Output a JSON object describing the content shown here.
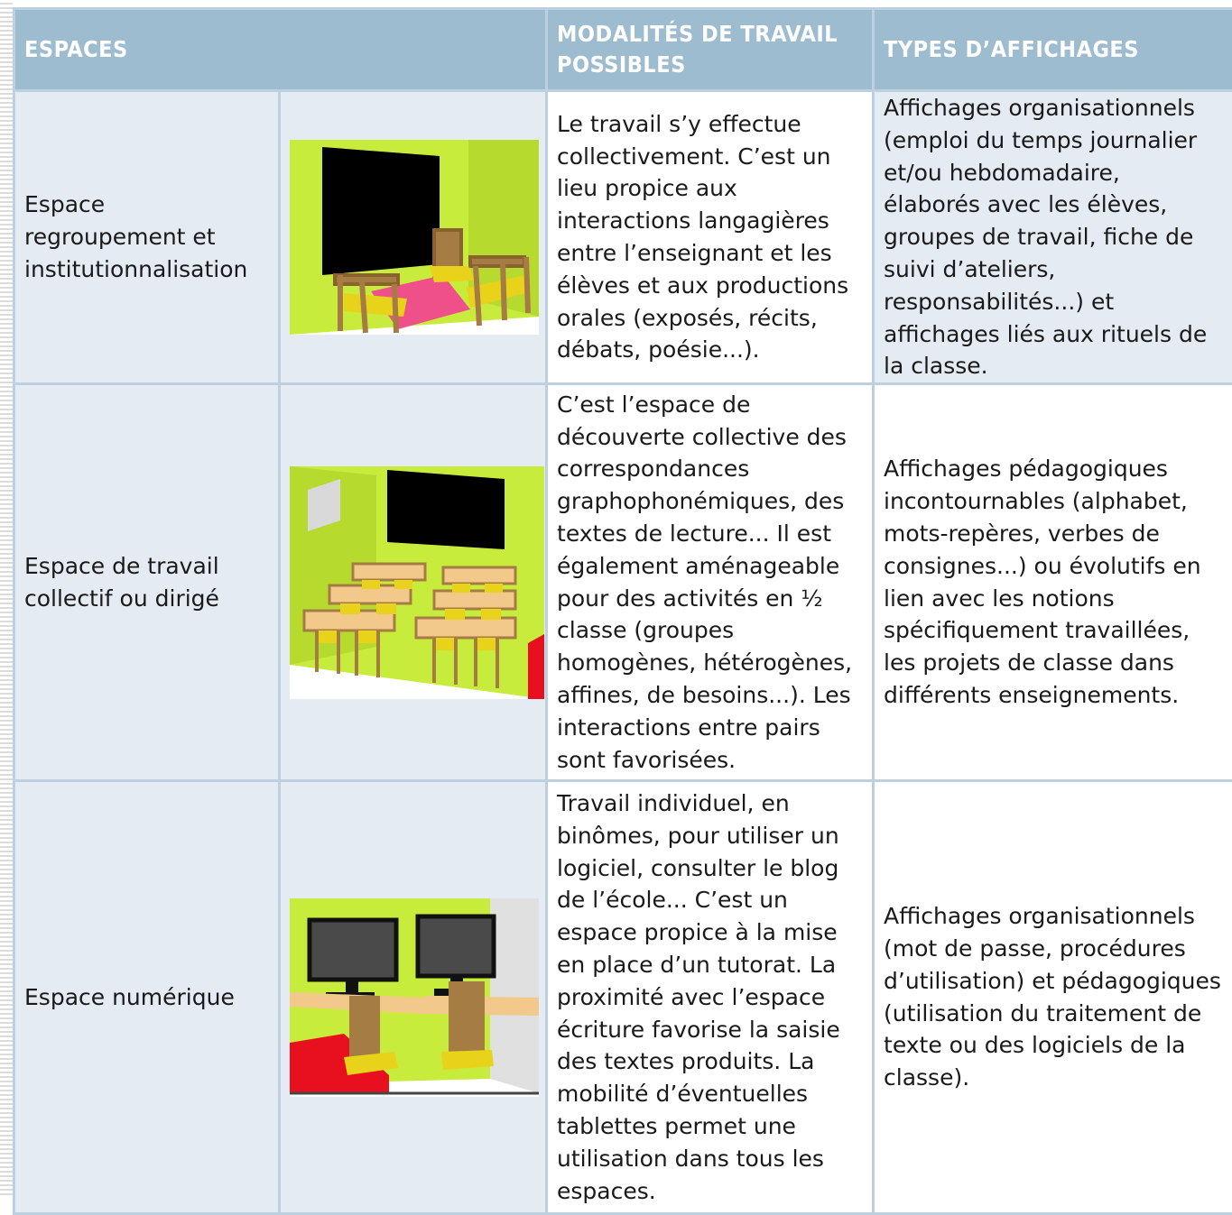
{
  "headers": {
    "col1": "ESPACES",
    "col2": "MODALITÉS DE TRAVAIL POSSIBLES",
    "col3": "TYPES D’AFFICHAGES"
  },
  "rows": [
    {
      "space": "Espace regroupement et institutionnalisation",
      "modalities": "Le travail s’y effectue collectivement. C’est un lieu propice aux interactions langagières entre l’enseignant et les élèves et aux productions orales (exposés, récits, débats, poésie...).",
      "displays": "Affichages organisationnels (emploi du temps journalier et/ou hebdomadaire, élaborés avec les élèves, groupes de travail, fiche de suivi d’ateliers, responsabilités...) et affichages liés aux rituels de la classe."
    },
    {
      "space": "Espace de travail collectif ou dirigé",
      "modalities": "C’est l’espace de découverte collective des correspondances graphophonémiques, des textes de lecture... Il est également aménageable pour des activités en ½ classe (groupes homogènes, hétérogènes, affines, de besoins...). Les interactions entre pairs sont favorisées.",
      "displays": "Affichages pédagogiques incontournables (alphabet, mots-repères, verbes de consignes...) ou évolutifs en lien avec les notions spécifiquement travaillées, les projets de classe dans différents enseignements."
    },
    {
      "space": "Espace numérique",
      "modalities": "Travail individuel, en binômes, pour utiliser un logiciel, consulter le blog de l’école... C’est un espace propice à la mise en place d’un tutorat. La proximité avec l’espace écriture favorise la saisie des textes produits. La mobilité d’éventuelles tablettes permet une utilisation dans tous les espaces.",
      "displays": "Affichages organisationnels (mot de passe, procédures d’utilisation) et pédagogiques (utilisation du traitement de texte ou des logiciels de la classe)."
    }
  ],
  "colors": {
    "header_bg": "#9dbcd0",
    "row_bg": "#e5ebf2",
    "border": "#bcd0df",
    "wall_green": "#c8ec3c",
    "board_black": "#000000",
    "chair_wood": "#a67c45",
    "seat_yellow": "#e8d21a",
    "rug_pink": "#f0508a",
    "accent_red": "#e8101e"
  }
}
